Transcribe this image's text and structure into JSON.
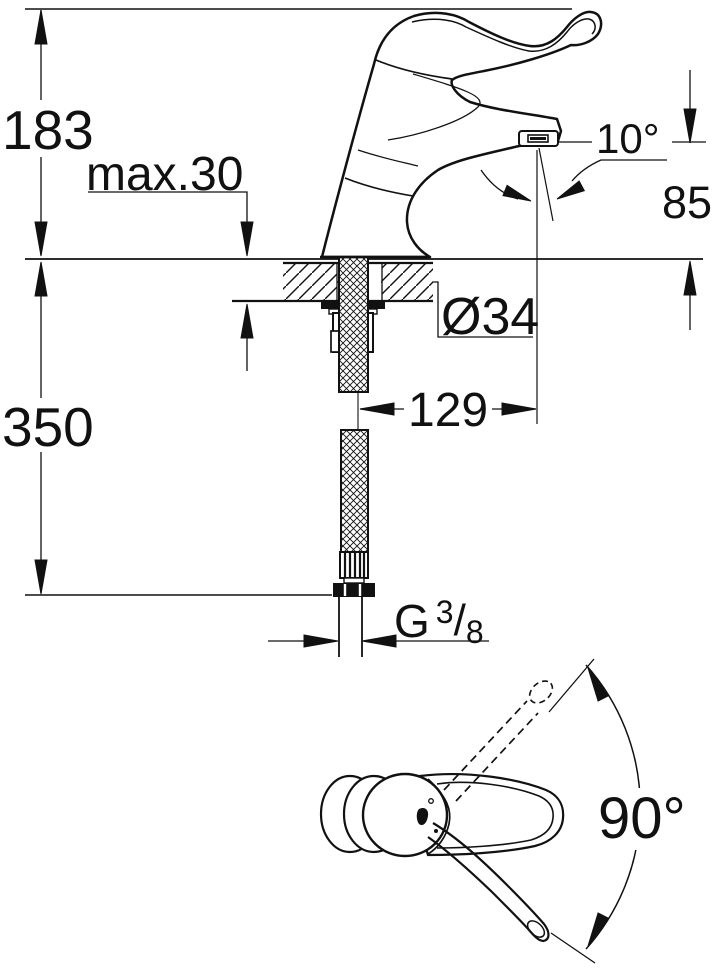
{
  "drawing": {
    "kind": "technical dimensional drawing, single-lever basin mixer with long lever and flexible supply hose",
    "ink_color": "#111111",
    "background_color": "#ffffff",
    "dimensions": {
      "overall_height": "183",
      "deck_thickness": "max.30",
      "spout_stream_angle": "10°",
      "spout_outlet_height": "85",
      "hole_diameter": "Ø34",
      "spout_projection": "129",
      "hose_length": "350",
      "handle_swivel_angle": "90°"
    },
    "thread": {
      "prefix": "G",
      "numerator": "3",
      "slash": "/",
      "denominator": "8"
    }
  }
}
